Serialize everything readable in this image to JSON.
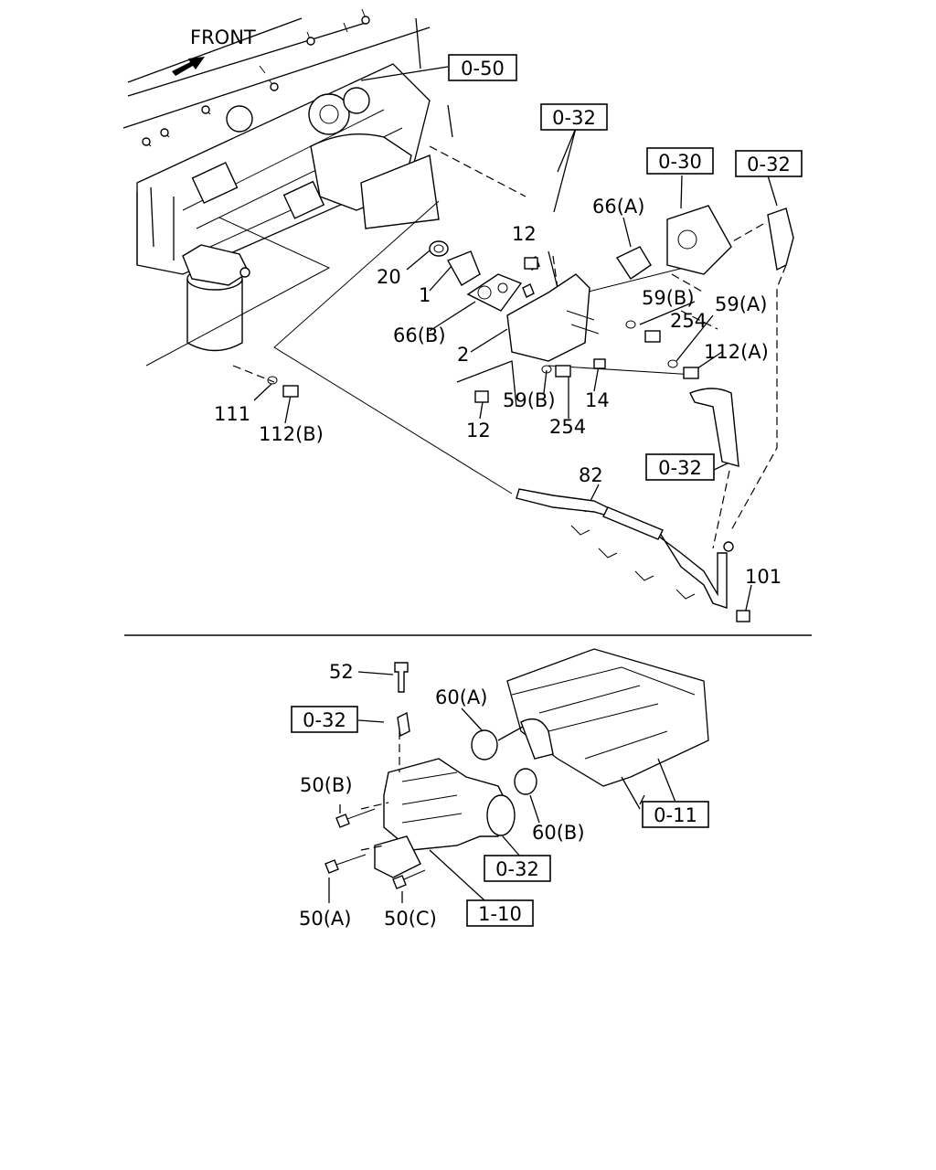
{
  "orientation_label": "FRONT",
  "ref_boxes": [
    {
      "id": "top-0-50",
      "text": "0-50"
    },
    {
      "id": "top-0-32-a",
      "text": "0-32"
    },
    {
      "id": "top-0-30",
      "text": "0-30"
    },
    {
      "id": "top-0-32-b",
      "text": "0-32"
    },
    {
      "id": "top-0-32-c",
      "text": "0-32"
    },
    {
      "id": "bot-0-32-a",
      "text": "0-32"
    },
    {
      "id": "bot-0-11",
      "text": "0-11"
    },
    {
      "id": "bot-0-32-b",
      "text": "0-32"
    },
    {
      "id": "bot-1-10",
      "text": "1-10"
    }
  ],
  "part_labels": [
    {
      "id": "p-66a",
      "text": "66(A)"
    },
    {
      "id": "p-12a",
      "text": "12"
    },
    {
      "id": "p-20",
      "text": "20"
    },
    {
      "id": "p-1",
      "text": "1"
    },
    {
      "id": "p-59b-a",
      "text": "59(B)"
    },
    {
      "id": "p-59a",
      "text": "59(A)"
    },
    {
      "id": "p-254a",
      "text": "254"
    },
    {
      "id": "p-66b",
      "text": "66(B)"
    },
    {
      "id": "p-2",
      "text": "2"
    },
    {
      "id": "p-112a",
      "text": "112(A)"
    },
    {
      "id": "p-59b-b",
      "text": "59(B)"
    },
    {
      "id": "p-14",
      "text": "14"
    },
    {
      "id": "p-12b",
      "text": "12"
    },
    {
      "id": "p-254b",
      "text": "254"
    },
    {
      "id": "p-111",
      "text": "111"
    },
    {
      "id": "p-112b",
      "text": "112(B)"
    },
    {
      "id": "p-82",
      "text": "82"
    },
    {
      "id": "p-101",
      "text": "101"
    },
    {
      "id": "p-52",
      "text": "52"
    },
    {
      "id": "p-60a",
      "text": "60(A)"
    },
    {
      "id": "p-50b",
      "text": "50(B)"
    },
    {
      "id": "p-60b",
      "text": "60(B)"
    },
    {
      "id": "p-50a",
      "text": "50(A)"
    },
    {
      "id": "p-50c",
      "text": "50(C)"
    }
  ]
}
